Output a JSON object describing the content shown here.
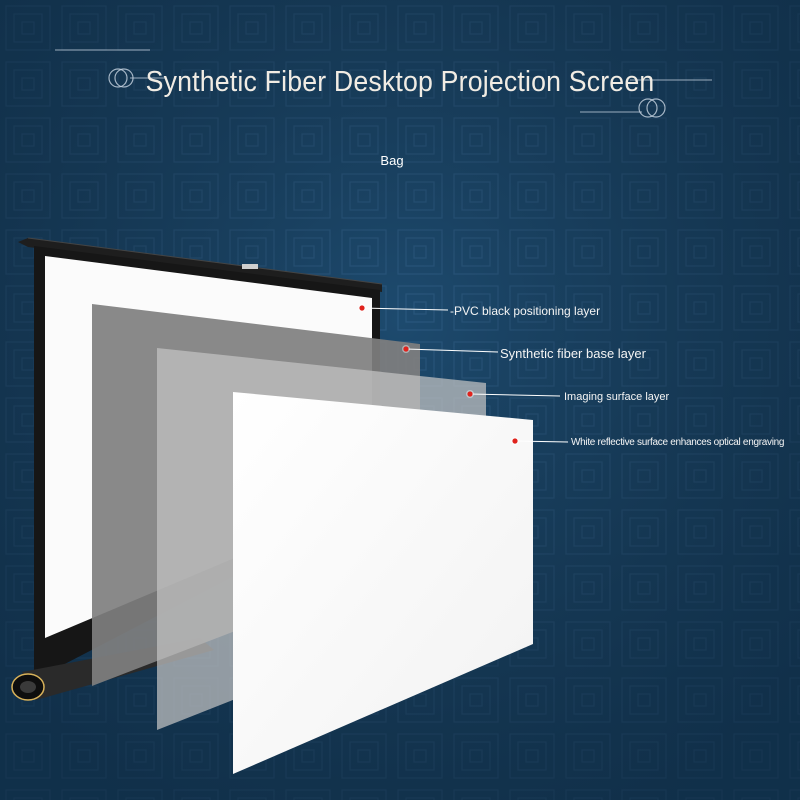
{
  "title": "Synthetic Fiber Desktop Projection Screen",
  "subtitle": "Bag",
  "layers": [
    {
      "label": "-PVC black positioning layer"
    },
    {
      "label": "Synthetic fiber base layer"
    },
    {
      "label": "Imaging surface layer"
    },
    {
      "label": "White reflective surface enhances optical engraving"
    }
  ],
  "colors": {
    "background": "#1d4a6e",
    "marker": "#e0231d",
    "leader_line": "#ffffff",
    "title_text": "#f1ece4"
  }
}
